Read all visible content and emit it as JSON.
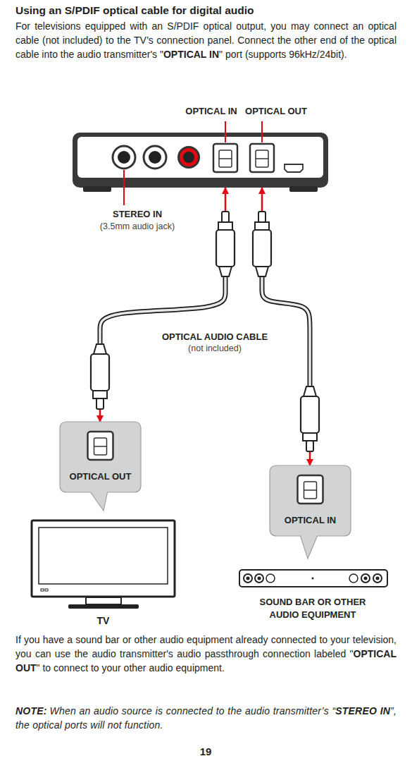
{
  "diagram": {
    "title": "Using an S/PDIF optical cable for digital audio",
    "nodes": [
      {
        "text": [
          "OPTICAL IN",
          "OPTICAL OUT",
          "STEREO IN",
          "(3.5mm audio jack)"
        ]
      },
      {
        "text": [
          "OPTICAL OUT"
        ]
      },
      {
        "text": [
          "OPTICAL IN"
        ]
      },
      {
        "text": [
          "TV"
        ]
      },
      {
        "text": [
          "SOUND BAR OR OTHER AUDIO EQUIPMENT"
        ]
      }
    ],
    "edges": [
      {
        "from": 1,
        "to": 0,
        "arrow": "both"
      },
      {
        "from": 0,
        "to": 2,
        "arrow": "both"
      }
    ],
    "labels": [
      "For televisions equipped with an S/PDIF optical output, you may connect an optical cable (not included) to the TV’s connection panel. Connect the other end of the optical cable into the audio transmitter's \"",
      "OPTICAL IN",
      "\" port (supports 96kHz/24bit).",
      "OPTICAL AUDIO CABLE",
      "(not included)",
      "If you have a sound bar or other audio equipment already connected to your television, you can use the audio transmitter's audio passthrough connection labeled \"",
      "OPTICAL OUT",
      "\" to connect to your other audio equipment.",
      "NOTE:",
      "When an audio source is connected to the audio transmitter’s “",
      "STEREO IN",
      "”, the optical ports will not function.",
      "19"
    ]
  }
}
